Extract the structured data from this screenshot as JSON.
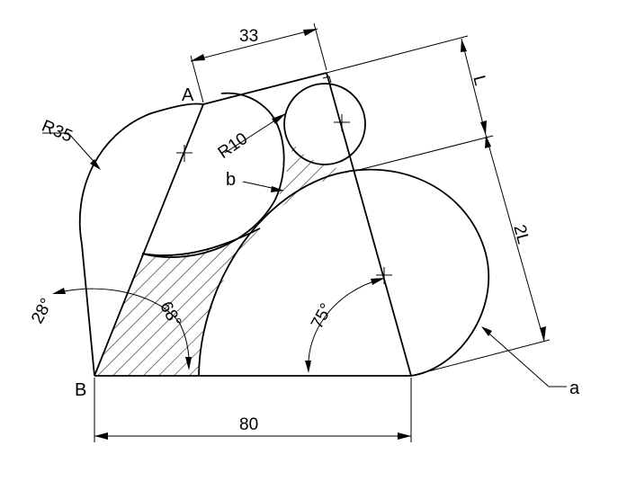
{
  "diagram": {
    "points": {
      "A": "A",
      "B": "B",
      "a": "a",
      "b": "b"
    },
    "dimensions": {
      "top_width": "33",
      "bottom_width": "80",
      "L": "L",
      "two_L": "2L",
      "r35": "R35",
      "r10": "R10",
      "angle_28": "28°",
      "angle_68": "68°",
      "angle_75": "75°"
    },
    "colors": {
      "line": "#000000",
      "background": "#ffffff",
      "hatch": "#000000"
    }
  }
}
